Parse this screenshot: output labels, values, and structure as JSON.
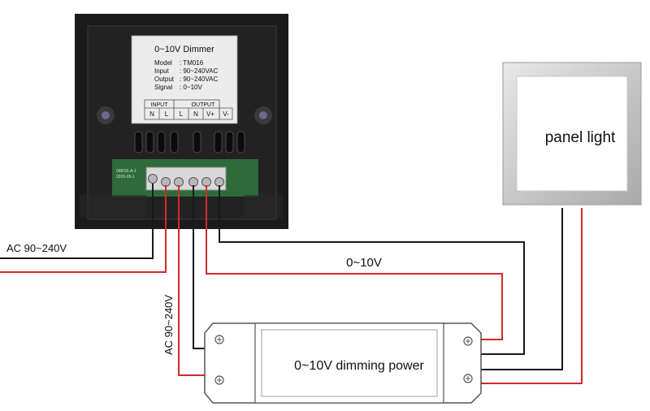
{
  "dimmer": {
    "label_title": "0~10V Dimmer",
    "specs": [
      {
        "key": "Model",
        "value": ": TM016"
      },
      {
        "key": "Input",
        "value": ": 90~240VAC"
      },
      {
        "key": "Output",
        "value": ": 90~240VAC"
      },
      {
        "key": "Signal",
        "value": ": 0~10V"
      }
    ],
    "group_input": "INPUT",
    "group_output": "OUTPUT",
    "terminals": [
      "N",
      "L",
      "L",
      "N",
      "V+",
      "V-"
    ],
    "pcb_text": [
      "0M016-A-1",
      "2015-05-1"
    ]
  },
  "panel_light": {
    "label": "panel light"
  },
  "power_supply": {
    "label": "0~10V dimming power"
  },
  "wire_labels": {
    "ac_left": "AC 90~240V",
    "ac_vertical": "AC 90~240V",
    "signal": "0~10V"
  },
  "colors": {
    "wire_black": "#1a1a1a",
    "wire_red": "#d42a2a",
    "dimmer_body": "#1b1b1b",
    "pcb_green": "#2f6b3a"
  }
}
